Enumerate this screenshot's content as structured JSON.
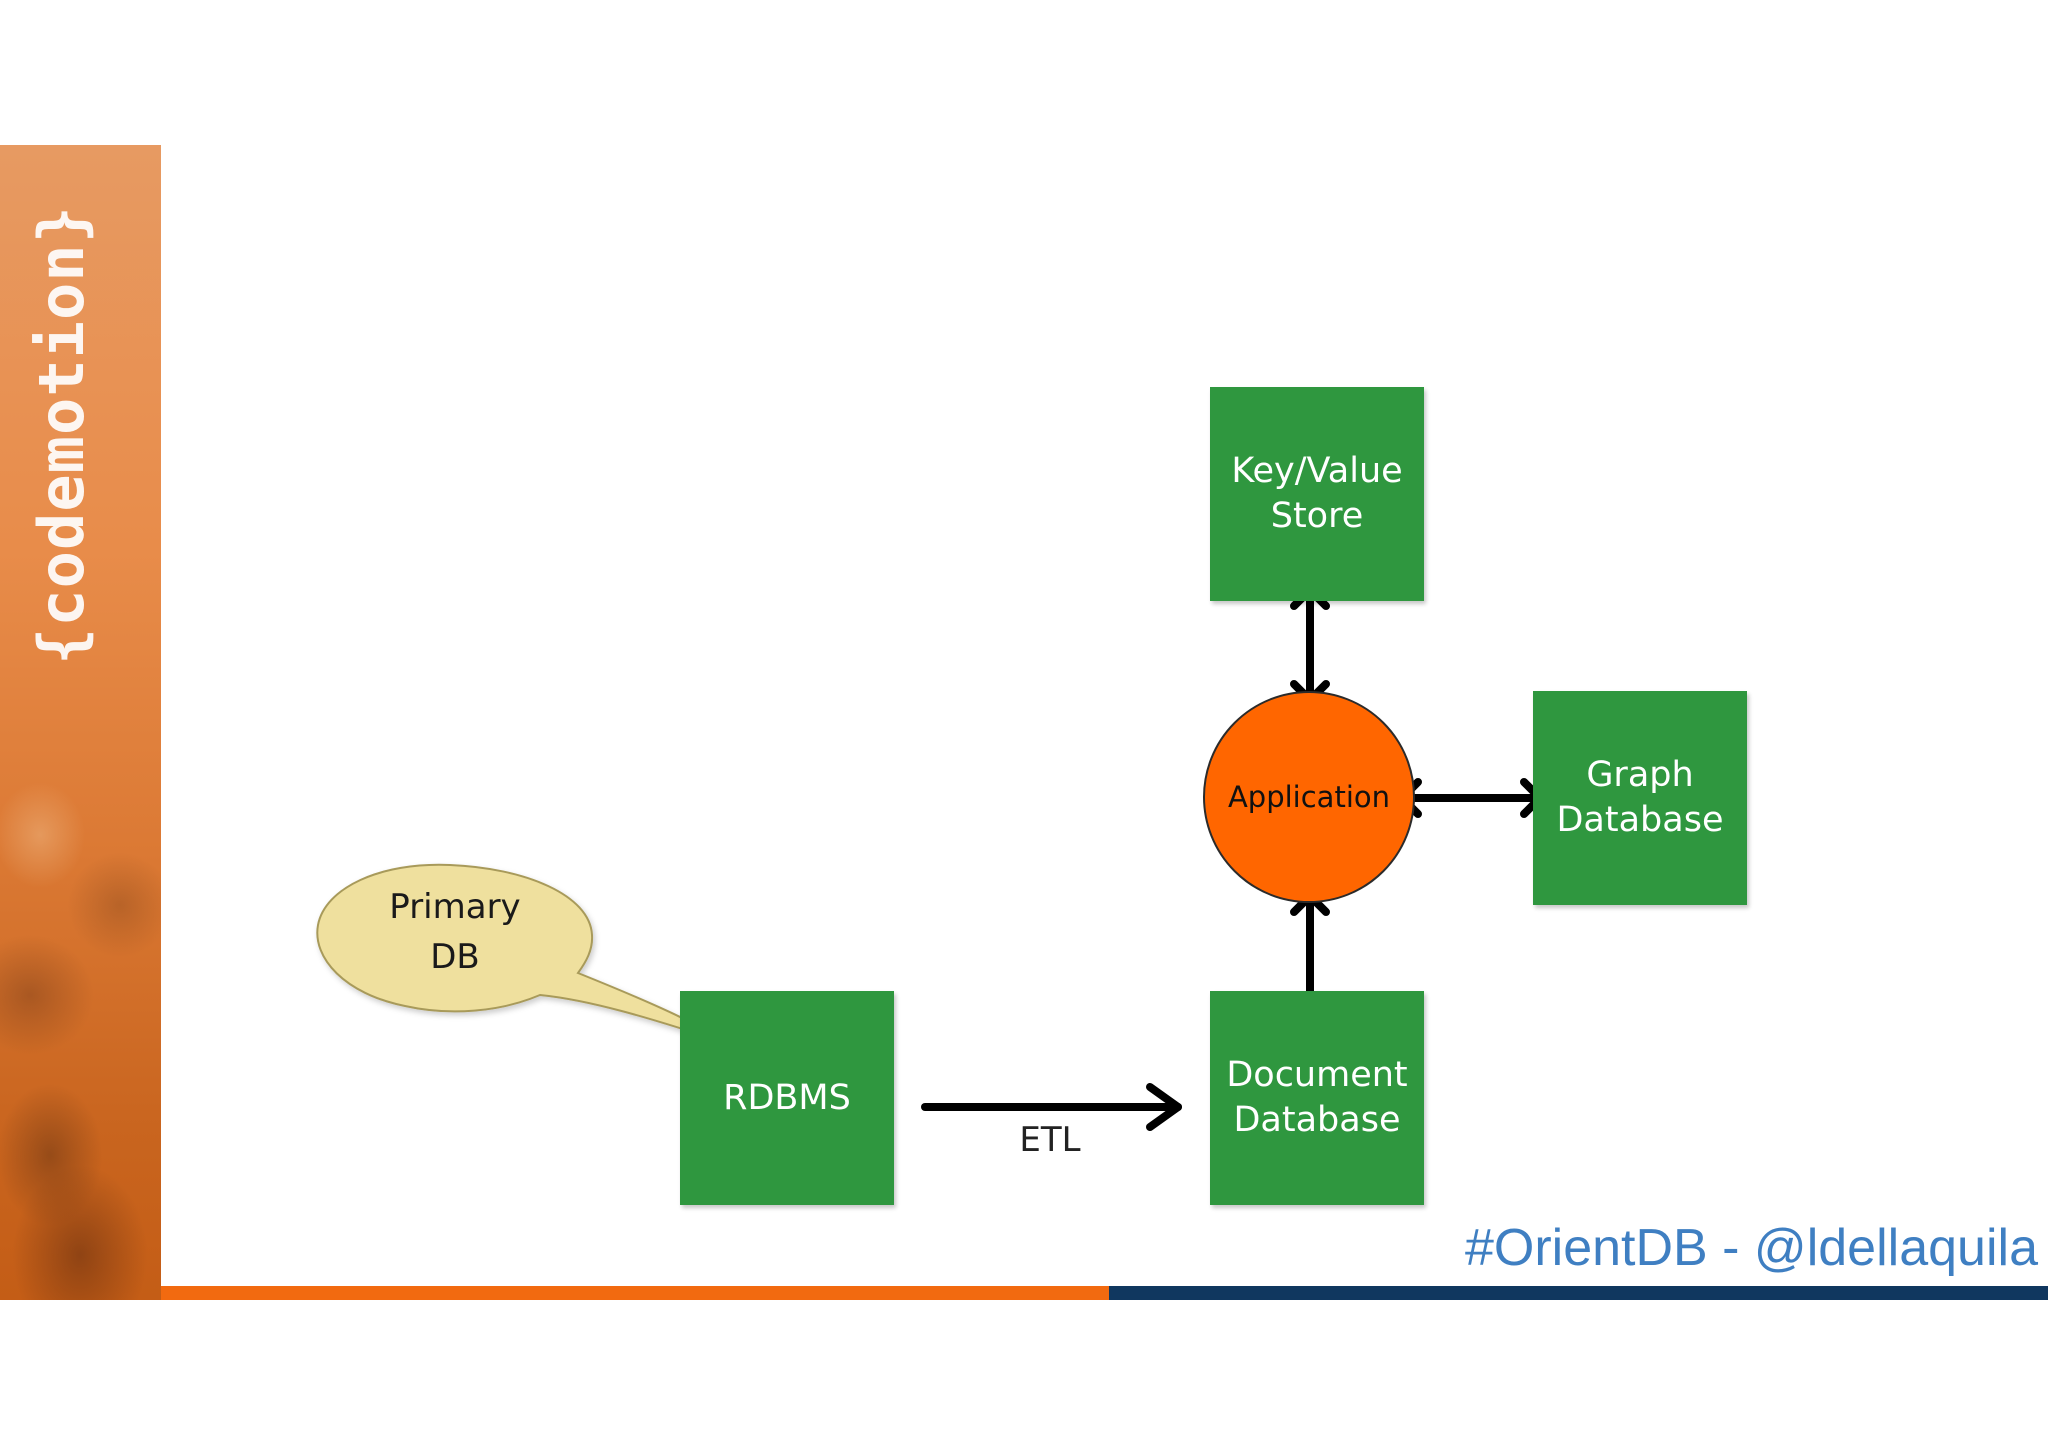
{
  "brand": {
    "logo_text": "{codemotion}"
  },
  "diagram": {
    "nodes": {
      "key_value": "Key/Value\nStore",
      "graph": "Graph\nDatabase",
      "document": "Document\nDatabase",
      "rdbms": "RDBMS",
      "application": "Application"
    },
    "edge_label_etl": "ETL",
    "callout": "Primary\nDB"
  },
  "footer": {
    "hashtag": "#OrientDB - @ldellaquila"
  },
  "colors": {
    "green_box": "#2f973f",
    "application_circle": "#ff6600",
    "callout_fill": "#efe09e",
    "footer_orange": "#f26a10",
    "footer_navy": "#10375f",
    "hashtag_blue": "#3f7fc2"
  }
}
